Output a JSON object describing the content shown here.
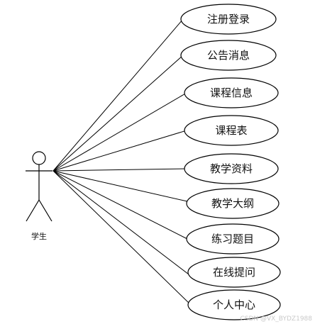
{
  "actor": {
    "label": "学生"
  },
  "use_cases": [
    {
      "label": "注册登录"
    },
    {
      "label": "公告消息"
    },
    {
      "label": "课程信息"
    },
    {
      "label": "课程表"
    },
    {
      "label": "教学资料"
    },
    {
      "label": "教学大纲"
    },
    {
      "label": "练习题目"
    },
    {
      "label": "在线提问"
    },
    {
      "label": "个人中心"
    }
  ],
  "watermark": {
    "text": "CSDN @VX_BYDZ1988"
  }
}
